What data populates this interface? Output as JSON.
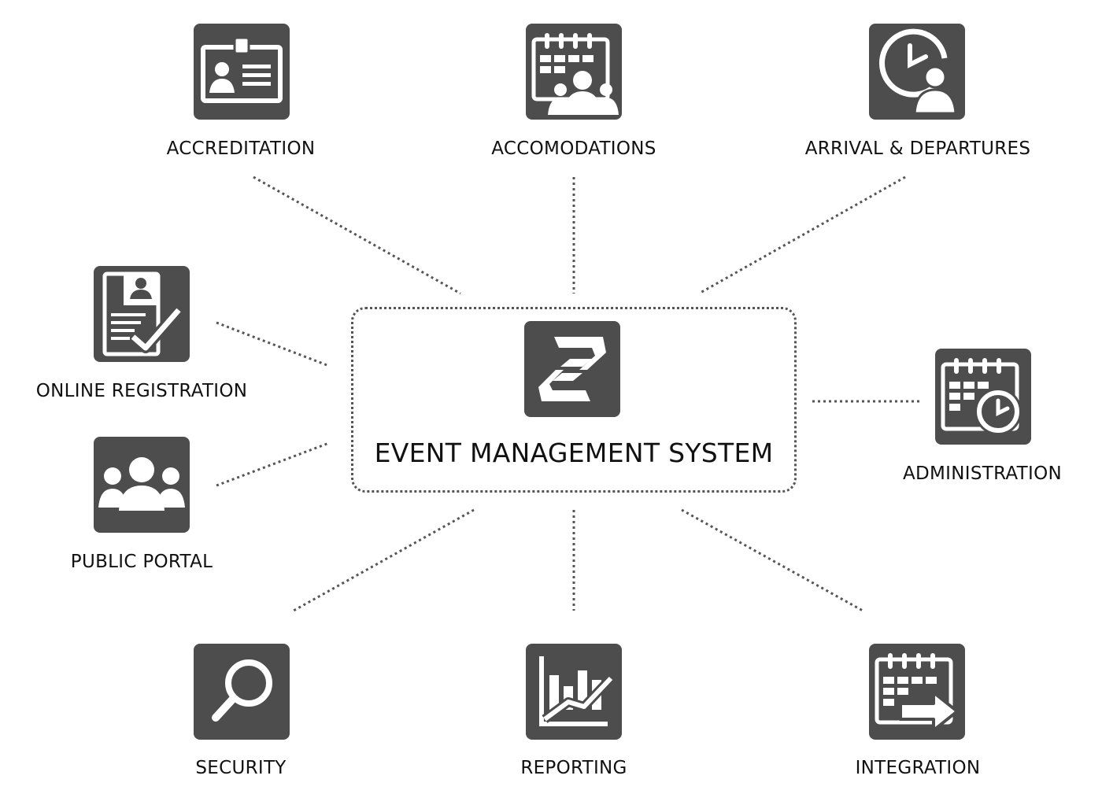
{
  "center": {
    "title": "EVENT MANAGEMENT SYSTEM",
    "icon": "zigzag-logo-icon"
  },
  "modules": {
    "accreditation": {
      "label": "ACCREDITATION",
      "icon": "id-badge-icon"
    },
    "accomodations": {
      "label": "ACCOMODATIONS",
      "icon": "calendar-people-icon"
    },
    "arrival": {
      "label": "ARRIVAL & DEPARTURES",
      "icon": "clock-person-icon"
    },
    "online_registration": {
      "label": "ONLINE REGISTRATION",
      "icon": "form-check-icon"
    },
    "public_portal": {
      "label": "PUBLIC PORTAL",
      "icon": "group-icon"
    },
    "administration": {
      "label": "ADMINISTRATION",
      "icon": "calendar-clock-icon"
    },
    "security": {
      "label": "SECURITY",
      "icon": "magnifier-icon"
    },
    "reporting": {
      "label": "REPORTING",
      "icon": "bar-chart-icon"
    },
    "integration": {
      "label": "INTEGRATION",
      "icon": "calendar-arrow-icon"
    }
  },
  "colors": {
    "icon_bg": "#4d4d4d",
    "icon_fg": "#ffffff",
    "line": "#555555"
  }
}
